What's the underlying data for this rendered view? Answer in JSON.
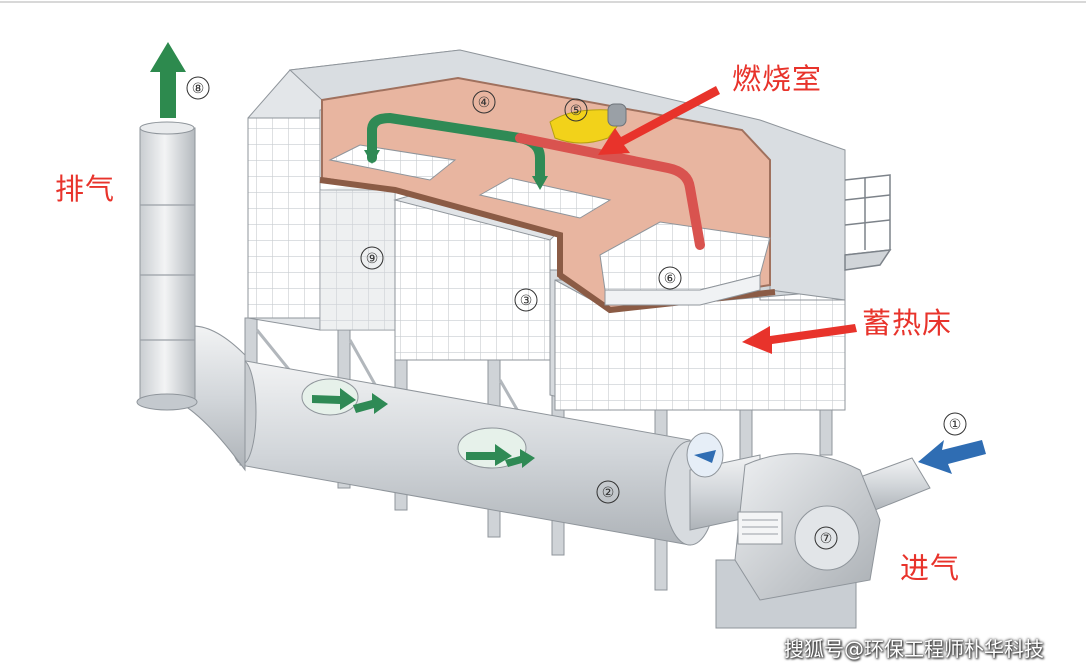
{
  "labels": {
    "exhaust": "排气",
    "combustion_chamber": "燃烧室",
    "regenerative_bed": "蓄热床",
    "inlet": "进气"
  },
  "markers": [
    "①",
    "②",
    "③",
    "④",
    "⑤",
    "⑥",
    "⑦",
    "⑧",
    "⑨"
  ],
  "watermark": "搜狐号@环保工程师朴华科技",
  "colors": {
    "label_red": "#e8332b",
    "arrow_red": "#e8332b",
    "exhaust_arrow_green": "#2d8a4e",
    "inlet_arrow_blue": "#2f6db3",
    "chamber_fill": "#e8b5a0",
    "flow_green": "#2f8a55",
    "flow_red": "#d9534f",
    "burner_yellow": "#f2d21a",
    "steel": "#dfe2e5",
    "steel_dark": "#b9bec3"
  },
  "icons": [
    "exhaust-up-arrow-icon",
    "inlet-arrow-icon",
    "callout-arrow-icon",
    "flow-arrow-icon",
    "burner-icon"
  ]
}
